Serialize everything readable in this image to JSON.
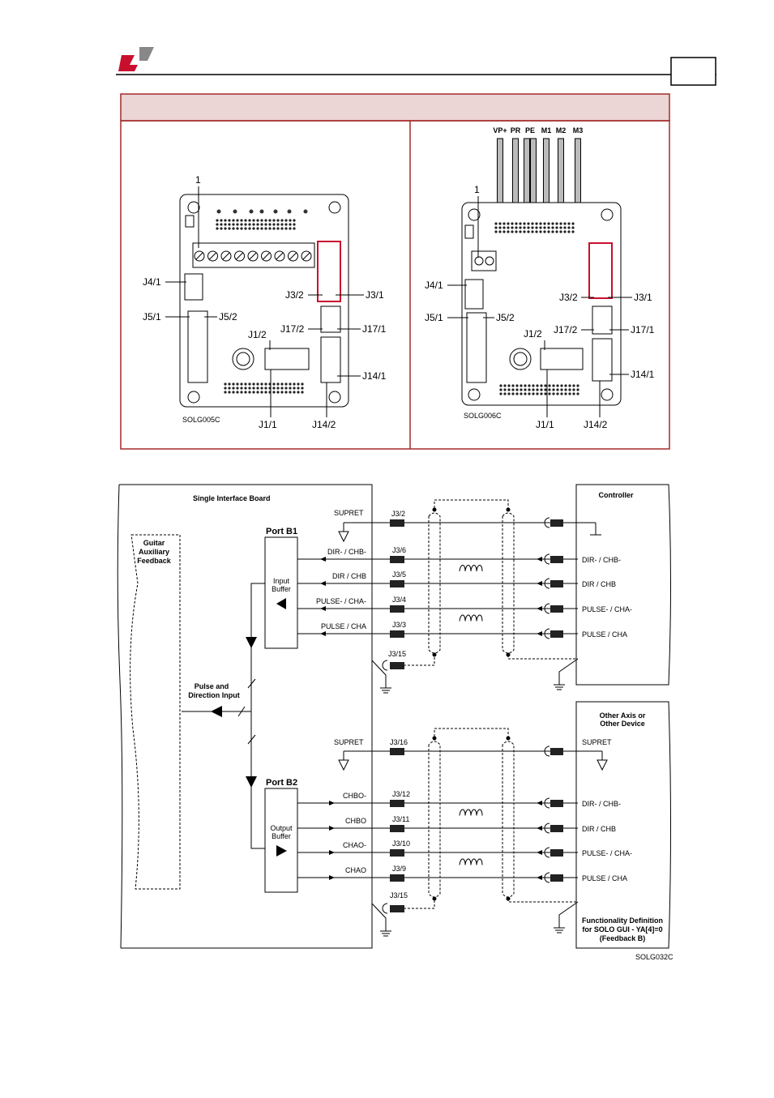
{
  "colors": {
    "brand_red": "#c8102e",
    "frame_red": "#a52a2a",
    "header_fill": "#ebd5d5"
  },
  "header": {
    "logo": "logo-icon"
  },
  "boards": {
    "left": {
      "labels": {
        "pin1": "1",
        "j4_1": "J4/1",
        "j5_1": "J5/1",
        "j5_2": "J5/2",
        "j3_2": "J3/2",
        "j3_1": "J3/1",
        "j17_2": "J17/2",
        "j17_1": "J17/1",
        "j1_2": "J1/2",
        "j14_1": "J14/1",
        "j1_1": "J1/1",
        "j14_2": "J14/2"
      },
      "code": "SOLG005C"
    },
    "right": {
      "leads": [
        "VP+",
        "PR",
        "PE",
        "M1",
        "M2",
        "M3"
      ],
      "labels": {
        "pin1": "1",
        "j4_1": "J4/1",
        "j5_1": "J5/1",
        "j5_2": "J5/2",
        "j3_2": "J3/2",
        "j3_1": "J3/1",
        "j17_2": "J17/2",
        "j17_1": "J17/1",
        "j1_2": "J1/2",
        "j14_1": "J14/1",
        "j1_1": "J1/1",
        "j14_2": "J14/2"
      },
      "code": "SOLG006C"
    }
  },
  "schematic": {
    "board_title": "Single Interface Board",
    "aux": [
      "Guitar",
      "Auxiliary",
      "Feedback"
    ],
    "pulse_input": [
      "Pulse and",
      "Direction Input"
    ],
    "port_b1": "Port B1",
    "input_buffer": [
      "Input",
      "Buffer"
    ],
    "port_b2": "Port B2",
    "output_buffer": [
      "Output",
      "Buffer"
    ],
    "controller": "Controller",
    "other": [
      "Other Axis or",
      "Other Device"
    ],
    "func_def": [
      "Functionality Definition",
      "for SOLO GUI - YA[4]=0",
      "(Feedback B)"
    ],
    "code": "SOLG032C",
    "top": {
      "supret": "SUPRET",
      "supret_pin": "J3/2",
      "rows": [
        {
          "left": "DIR- / CHB-",
          "pin": "J3/6",
          "right": "DIR- / CHB-"
        },
        {
          "left": "DIR / CHB",
          "pin": "J3/5",
          "right": "DIR / CHB"
        },
        {
          "left": "PULSE- / CHA-",
          "pin": "J3/4",
          "right": "PULSE- / CHA-"
        },
        {
          "left": "PULSE / CHA",
          "pin": "J3/3",
          "right": "PULSE / CHA"
        }
      ],
      "shield_pin": "J3/15"
    },
    "bottom": {
      "supret": "SUPRET",
      "supret_pin": "J3/16",
      "supret_right": "SUPRET",
      "rows": [
        {
          "left": "CHBO-",
          "pin": "J3/12",
          "right": "DIR- / CHB-"
        },
        {
          "left": "CHBO",
          "pin": "J3/11",
          "right": "DIR / CHB"
        },
        {
          "left": "CHAO-",
          "pin": "J3/10",
          "right": "PULSE- / CHA-"
        },
        {
          "left": "CHAO",
          "pin": "J3/9",
          "right": "PULSE / CHA"
        }
      ],
      "shield_pin": "J3/15"
    }
  }
}
